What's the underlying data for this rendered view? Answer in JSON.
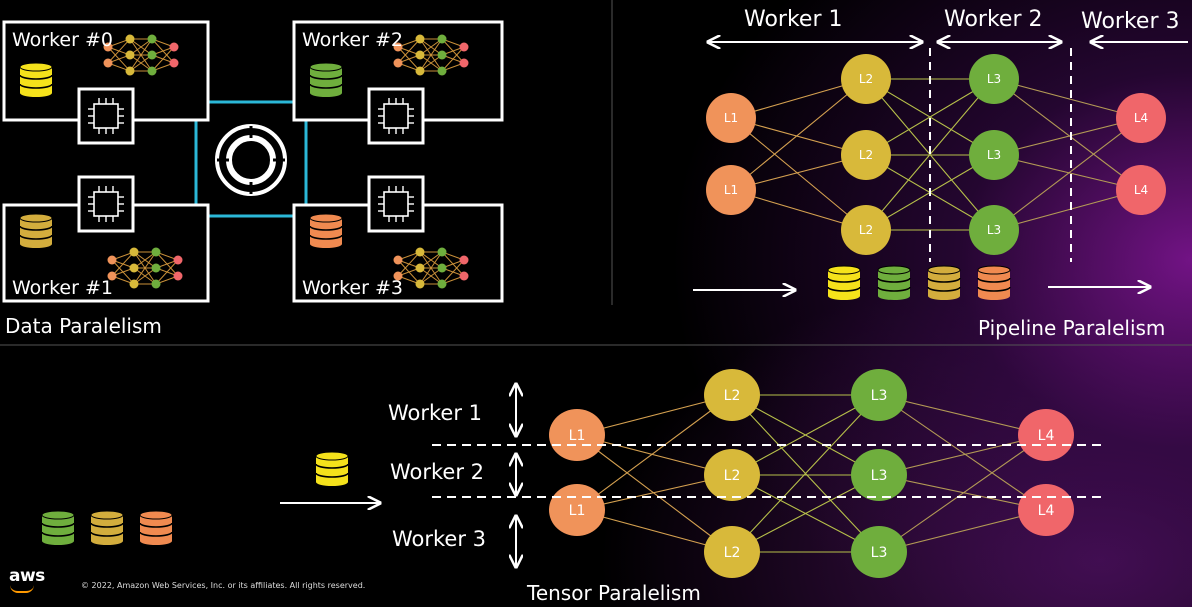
{
  "data_parallelism": {
    "title": "Data Paralelism",
    "workers": [
      "Worker #0",
      "Worker #2",
      "Worker #1",
      "Worker #3"
    ]
  },
  "pipeline_parallelism": {
    "title": "Pipeline Paralelism",
    "workers": [
      "Worker 1",
      "Worker 2",
      "Worker 3"
    ],
    "layers": [
      "L1",
      "L1",
      "L2",
      "L2",
      "L2",
      "L3",
      "L3",
      "L3",
      "L4",
      "L4"
    ]
  },
  "tensor_parallelism": {
    "title": "Tensor Paralelism",
    "workers": [
      "Worker 1",
      "Worker 2",
      "Worker 3"
    ],
    "layers": [
      "L1",
      "L1",
      "L2",
      "L2",
      "L2",
      "L3",
      "L3",
      "L3",
      "L4",
      "L4"
    ]
  },
  "footer": {
    "logo": "aws",
    "copyright": "© 2022, Amazon Web Services, Inc. or its affiliates. All rights reserved."
  },
  "colors": {
    "l1": "#f0935a",
    "l2": "#d8b93a",
    "l3": "#6fae3d",
    "l4": "#f0666a",
    "link": "#2bb8d8",
    "db_yellow": "#f5e21b",
    "db_green": "#6fae3d",
    "db_gold": "#d3ad3d",
    "db_orange": "#f08a50"
  }
}
